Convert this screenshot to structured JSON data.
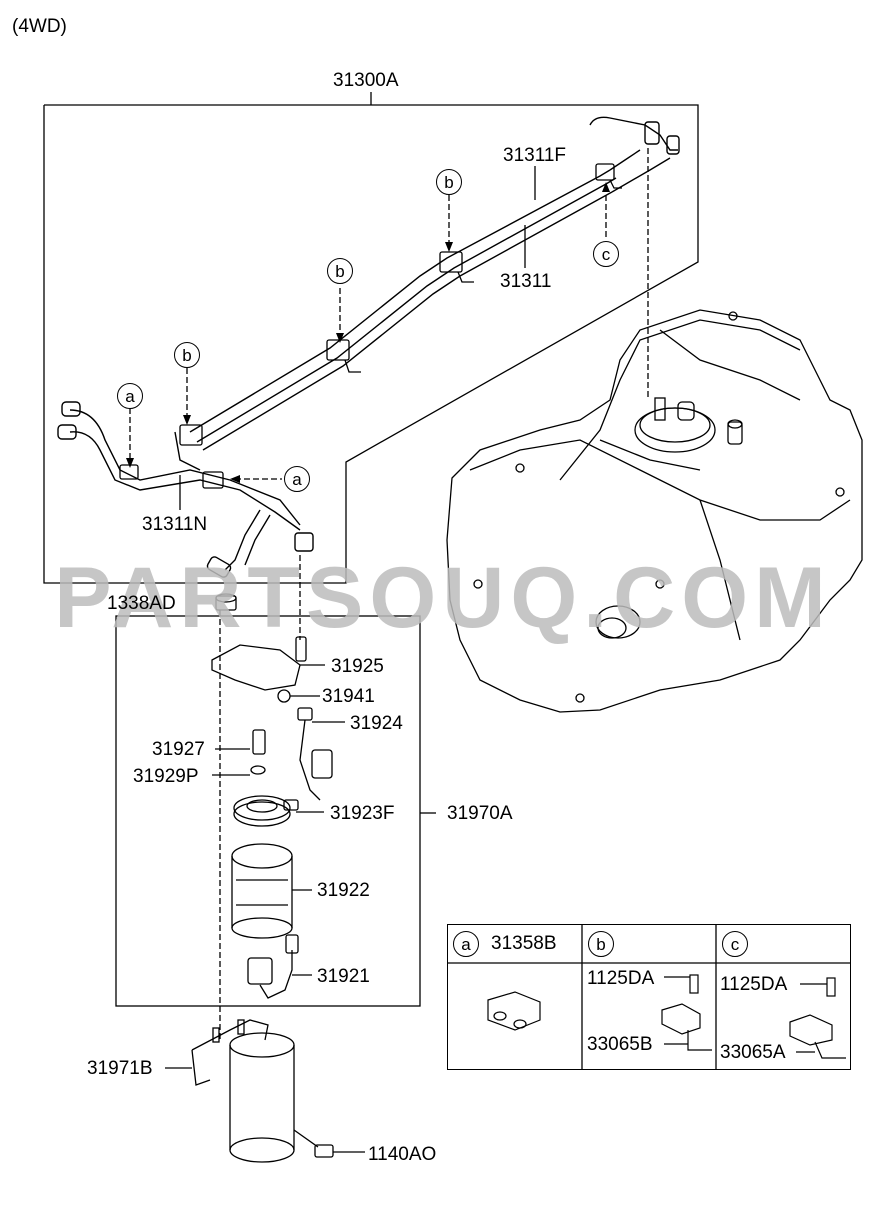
{
  "variant_label": "(4WD)",
  "watermark": "PARTSOUQ.COM",
  "callout_letters": {
    "a": "a",
    "b": "b",
    "c": "c"
  },
  "parts": {
    "p31300A": "31300A",
    "p31311F": "31311F",
    "p31311": "31311",
    "p31311N": "31311N",
    "p1338AD": "1338AD",
    "p31925": "31925",
    "p31941": "31941",
    "p31924": "31924",
    "p31927": "31927",
    "p31929P": "31929P",
    "p31923F": "31923F",
    "p31970A": "31970A",
    "p31922": "31922",
    "p31921": "31921",
    "p31971B": "31971B",
    "p1140AO": "1140AO"
  },
  "legend": {
    "a_part": "31358B",
    "b_bolt": "1125DA",
    "b_bracket": "33065B",
    "c_bolt": "1125DA",
    "c_bracket": "33065A"
  }
}
